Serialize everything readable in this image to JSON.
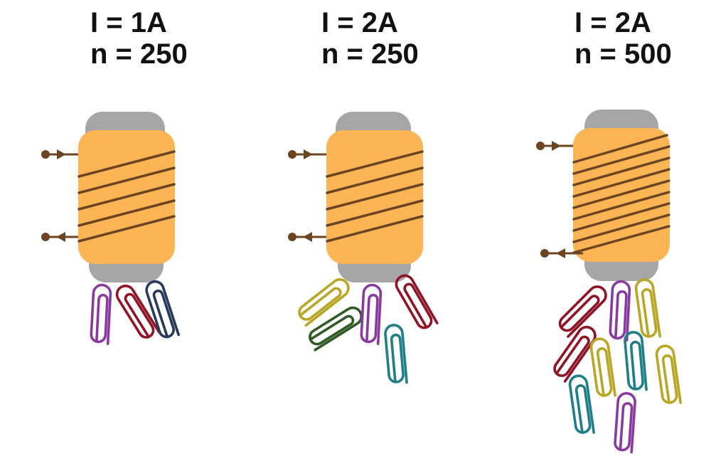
{
  "panels": [
    {
      "current": "I = 1A",
      "turns": "n = 250"
    },
    {
      "current": "I = 2A",
      "turns": "n = 250"
    },
    {
      "current": "I = 2A",
      "turns": "n = 500"
    }
  ],
  "colors": {
    "core_cap": "#a6a6a6",
    "coil_body": "#fdb454",
    "wire": "#6b4422",
    "clip_purple": "#8a3a9e",
    "clip_red": "#8e1426",
    "clip_navy": "#263a5c",
    "clip_yellow": "#b8a624",
    "clip_green": "#2f5a24",
    "clip_teal": "#1f7e88"
  }
}
